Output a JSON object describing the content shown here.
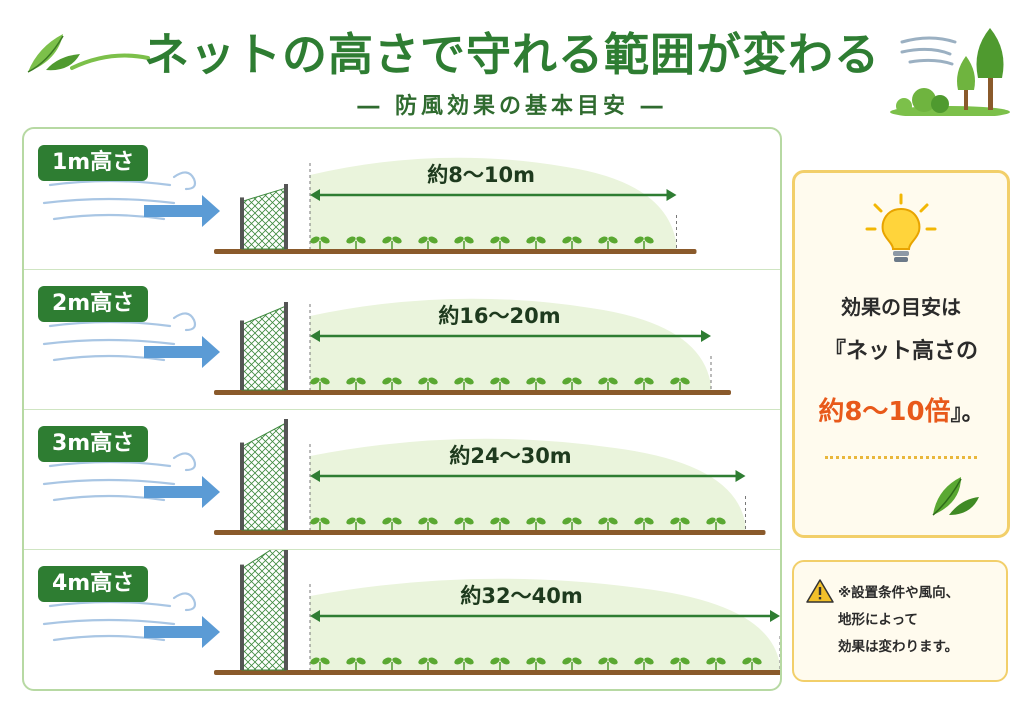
{
  "header": {
    "title": "ネットの高さで守れる範囲が変わる",
    "subtitle": "― 防風効果の基本目安 ―"
  },
  "rows": [
    {
      "label": "1m高さ",
      "range": "約8～10m",
      "height_m": 1,
      "min_m": 8,
      "max_m": 10
    },
    {
      "label": "2m高さ",
      "range": "約16～20m",
      "height_m": 2,
      "min_m": 16,
      "max_m": 20
    },
    {
      "label": "3m高さ",
      "range": "約24～30m",
      "height_m": 3,
      "min_m": 24,
      "max_m": 30
    },
    {
      "label": "4m高さ",
      "range": "約32～40m",
      "height_m": 4,
      "min_m": 32,
      "max_m": 40
    }
  ],
  "summary": {
    "line1": "効果の目安は",
    "line2": "『ネット高さの",
    "line3_highlight": "約8～10倍",
    "line3_tail": "』。"
  },
  "note": {
    "line1": "※設置条件や風向、",
    "line2": "地形によって",
    "line3": "効果は変わります。"
  },
  "colors": {
    "primary_green": "#2e7d32",
    "accent_orange": "#e8591a",
    "summary_border": "#f2cf6a",
    "wind_blue": "#5b9bd5",
    "soil": "#8a5a2b"
  },
  "icons": [
    "leaf-icon",
    "wind-icon",
    "tree-icon",
    "lightbulb-icon",
    "warning-icon"
  ]
}
